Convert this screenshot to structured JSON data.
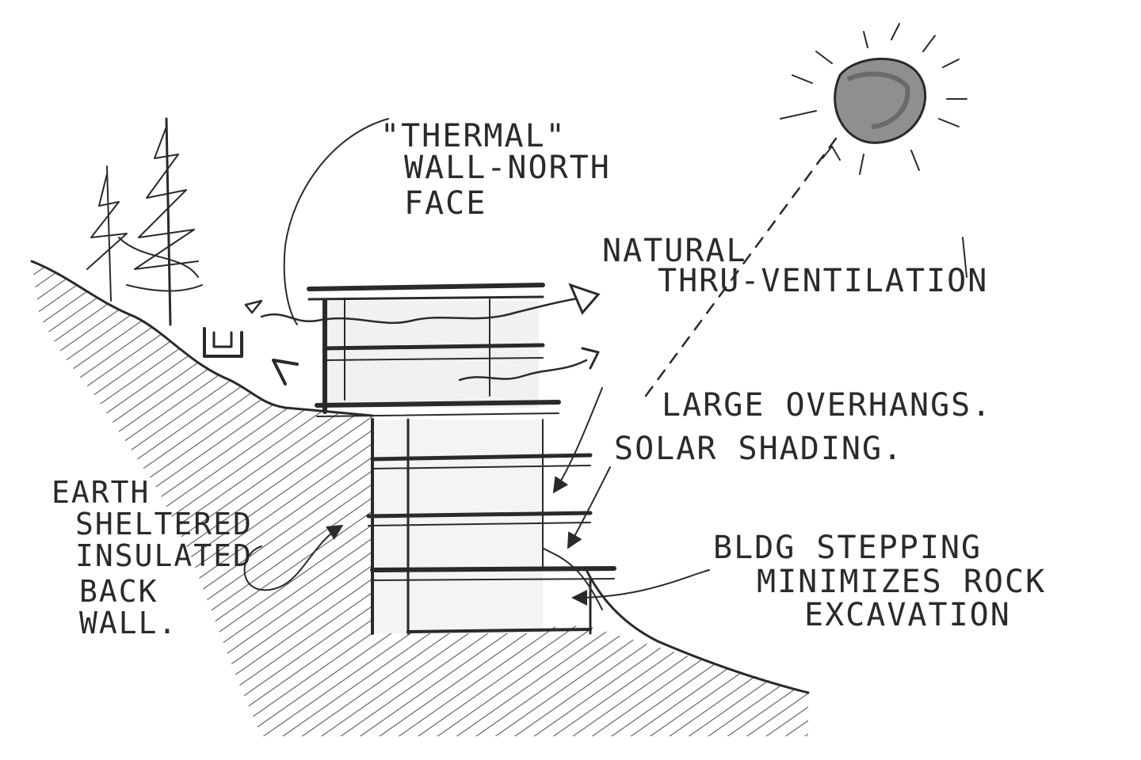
{
  "labels": {
    "thermal_wall": [
      "\"THERMAL\"",
      "WALL-NORTH",
      "FACE"
    ],
    "ventilation": [
      "NATURAL",
      "THRU-VENTILATION"
    ],
    "overhangs": [
      "LARGE OVERHANGS.",
      "SOLAR SHADING."
    ],
    "earth_sheltered": [
      "EARTH",
      "SHELTERED",
      "INSULATED",
      "BACK",
      "WALL."
    ],
    "stepping": [
      "BLDG STEPPING",
      "MINIMIZES ROCK",
      "EXCAVATION"
    ]
  },
  "icons": [
    "sun-icon",
    "tree-icon",
    "arrow-icon"
  ],
  "colors": {
    "ink": "#2a2a2a",
    "shading": "#9a9a9a",
    "paper": "#ffffff"
  }
}
